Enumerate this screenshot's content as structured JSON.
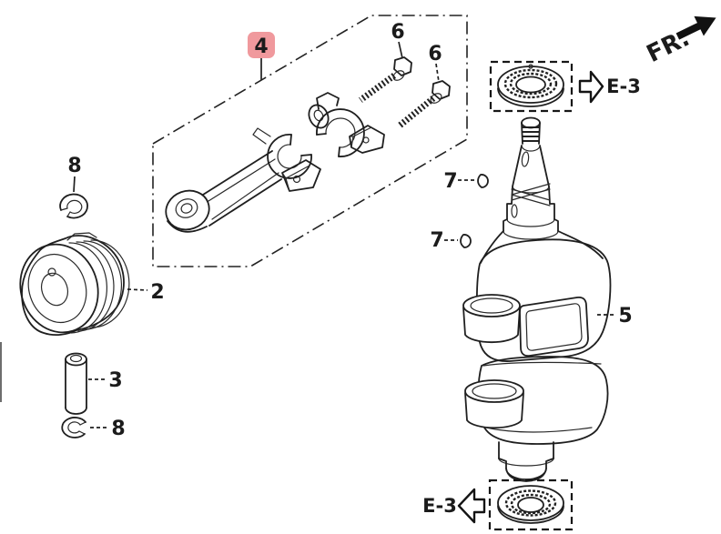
{
  "diagram": {
    "kind": "engine-exploded-parts-diagram",
    "subject": "piston, connecting rod and crankshaft",
    "direction_indicator": "FR.",
    "section_refs": {
      "top": "E-3",
      "bottom": "E-3"
    },
    "parts": {
      "piston": {
        "number": "2"
      },
      "piston_pin": {
        "number": "3"
      },
      "connecting_rod": {
        "number": "4",
        "highlighted": true
      },
      "crankshaft": {
        "number": "5"
      },
      "rod_bolt_1": {
        "number": "6"
      },
      "rod_bolt_2": {
        "number": "6"
      },
      "woodruff_key_1": {
        "number": "7"
      },
      "woodruff_key_2": {
        "number": "7"
      },
      "pin_clip_1": {
        "number": "8"
      },
      "pin_clip_2": {
        "number": "8"
      }
    },
    "colors": {
      "highlight_bg": "#f0999d",
      "highlight_text": "#9b2a28",
      "line": "#1f1f1f",
      "background": "#ffffff"
    }
  }
}
